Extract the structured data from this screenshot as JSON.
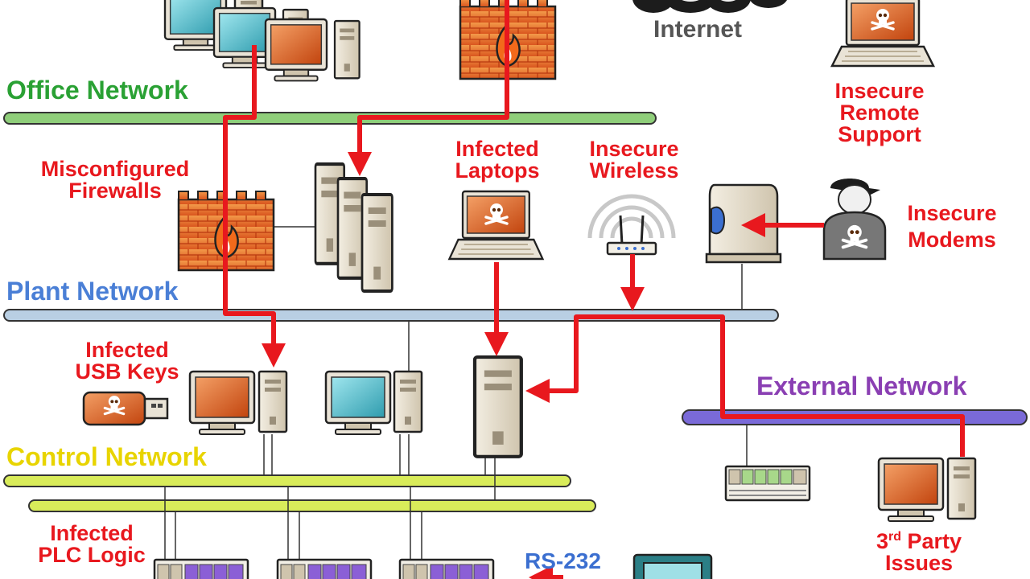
{
  "internet": {
    "label": "Internet"
  },
  "networks": {
    "office": {
      "label": "Office Network",
      "color": "#2aa134",
      "bar": "#8fce7a"
    },
    "plant": {
      "label": "Plant Network",
      "color": "#4a7fd6",
      "bar": "#b9cfe3"
    },
    "control": {
      "label": "Control Network",
      "color": "#e8d400",
      "bar": "#d9ec5a"
    },
    "external": {
      "label": "External Network",
      "color": "#8a3fb3",
      "bar": "#7a6ad8"
    }
  },
  "threats": {
    "misconfigured_firewalls": {
      "line1": "Misconfigured",
      "line2": "Firewalls"
    },
    "infected_laptops": {
      "line1": "Infected",
      "line2": "Laptops"
    },
    "insecure_wireless": {
      "line1": "Insecure",
      "line2": "Wireless"
    },
    "insecure_remote_support": {
      "line1": "Insecure",
      "line2": "Remote",
      "line3": "Support"
    },
    "insecure_modems": {
      "line1": "Insecure",
      "line2": "Modems"
    },
    "infected_usb_keys": {
      "line1": "Infected",
      "line2": "USB Keys"
    },
    "infected_plc_logic": {
      "line1": "Infected",
      "line2": "PLC Logic"
    },
    "third_party_issues": {
      "line1": "3",
      "sup": "rd",
      "line1b": " Party",
      "line2": "Issues"
    }
  },
  "rs232": {
    "label": "RS-232",
    "color": "#3b6fd0"
  },
  "colors": {
    "attack_path": "#e8181e",
    "threat_text": "#e8181e"
  }
}
